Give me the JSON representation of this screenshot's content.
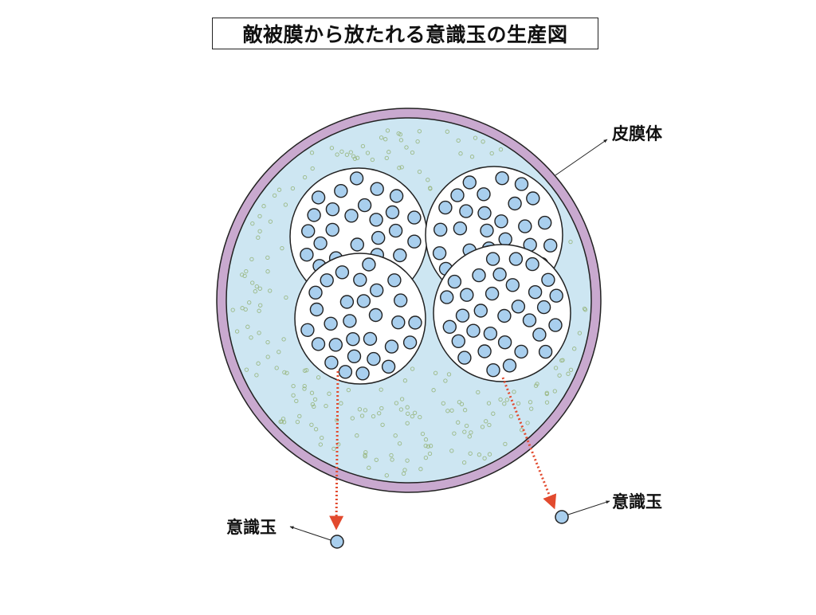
{
  "title": "敵被膜から放たれる意識玉の生産図",
  "labels": {
    "outer_membrane": "皮膜体",
    "orb_left": "意識玉",
    "orb_right": "意識玉"
  },
  "colors": {
    "membrane": "#c9a9cf",
    "fluid": "#cde6f2",
    "orb_fill": "#a9cfee",
    "particle": "#9bb986",
    "arrow": "#e24a2e",
    "line": "#222222"
  }
}
